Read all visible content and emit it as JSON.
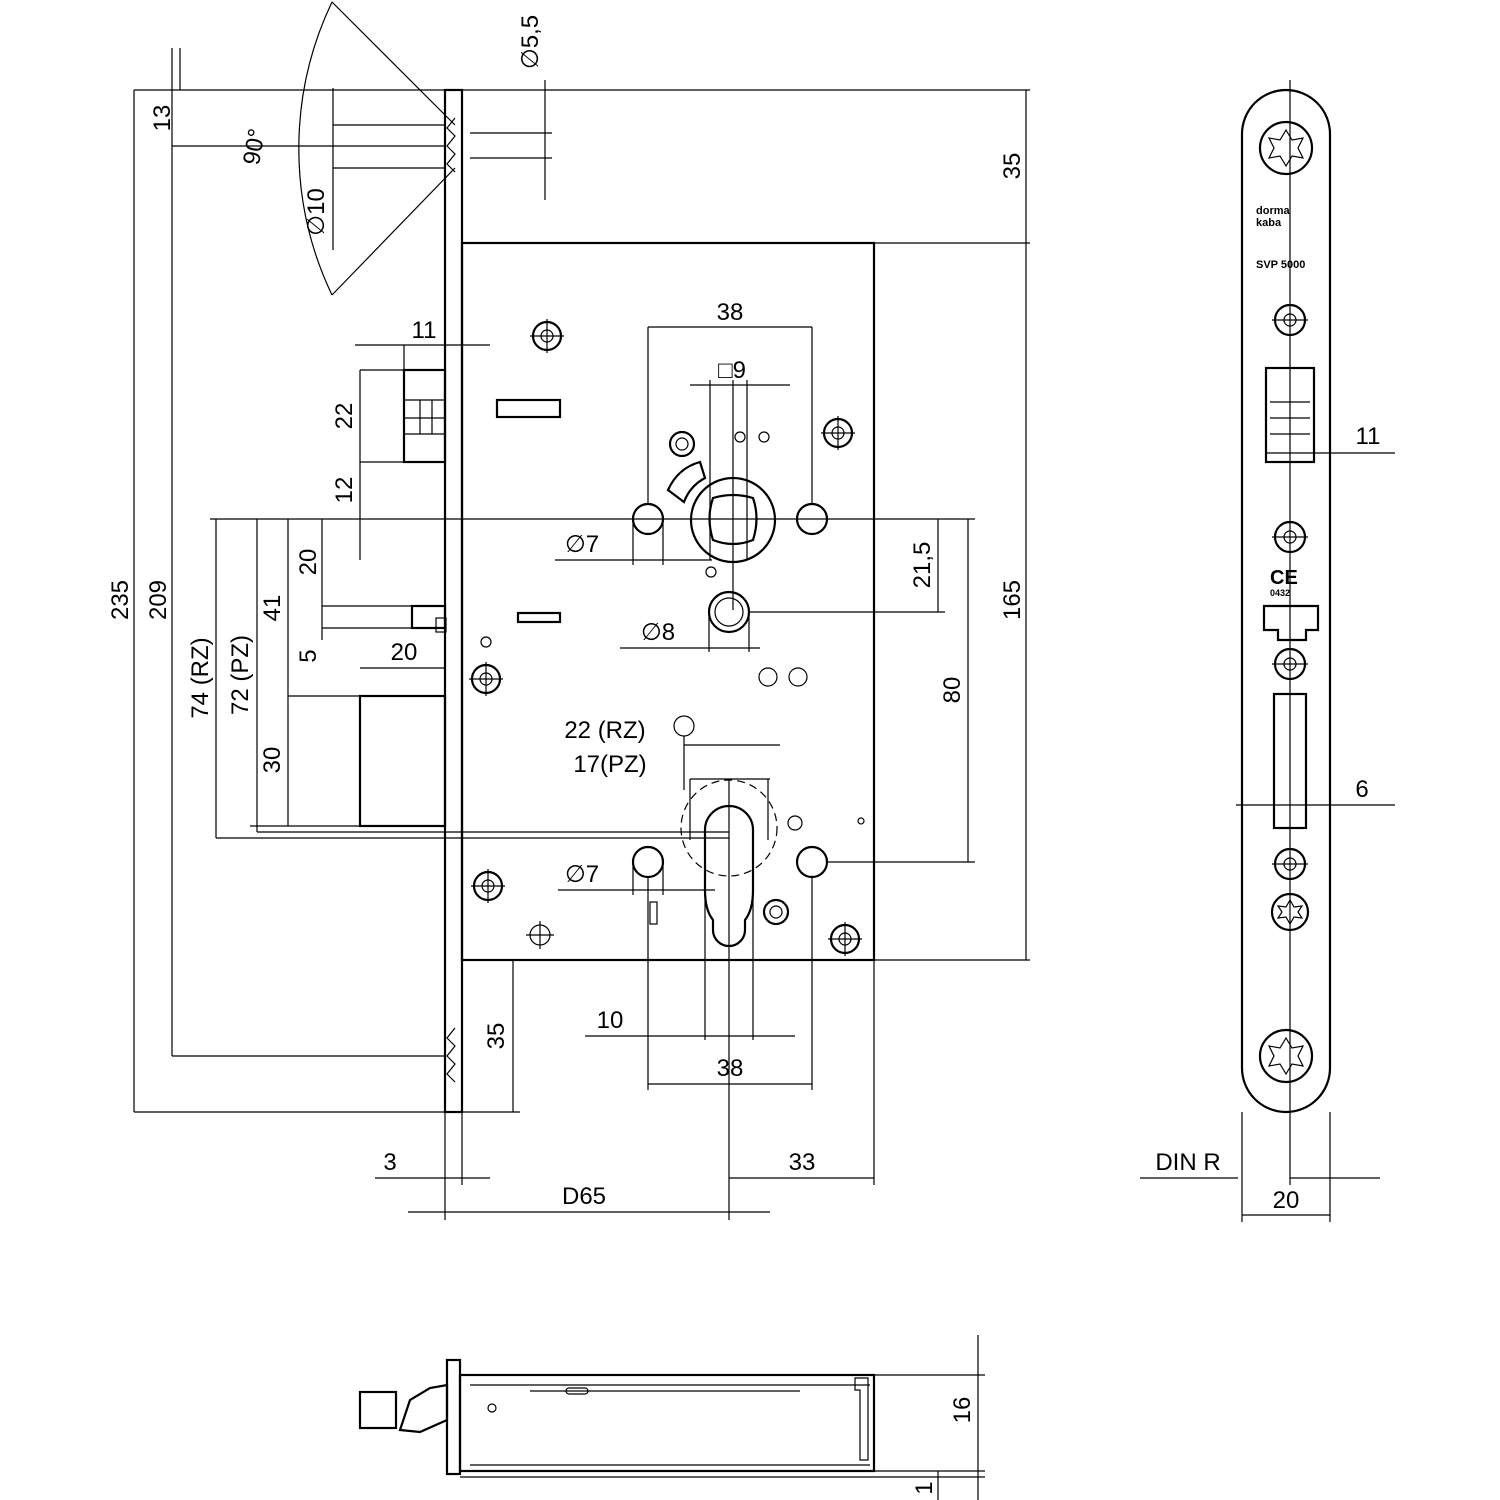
{
  "front_view": {
    "dims": {
      "d13": "13",
      "angle90": "90°",
      "dia10": "∅10",
      "dia55": "∅5,5",
      "d35_top": "35",
      "d11": "11",
      "d38_top": "38",
      "sq9": "□9",
      "d22": "22",
      "d12": "12",
      "dia7_top": "∅7",
      "d20_v": "20",
      "d41": "41",
      "d5": "5",
      "d20_h": "20",
      "d74": "74 (RZ)",
      "d72": "72 (PZ)",
      "d30": "30",
      "d235": "235",
      "d209": "209",
      "dia8": "∅8",
      "d215": "21,5",
      "d165": "165",
      "d80": "80",
      "d22rz": "22 (RZ)",
      "d17pz": "17(PZ)",
      "dia7_bot": "∅7",
      "d10": "10",
      "d38_bot": "38",
      "d35_bot": "35",
      "d3": "3",
      "d33": "33",
      "d65": "D65"
    }
  },
  "faceplate": {
    "brand_line1": "dorma",
    "brand_line2": "kaba",
    "model": "SVP 5000",
    "ce_mark": "CE",
    "ce_number": "0432",
    "d11": "11",
    "d6": "6",
    "din": "DIN R",
    "d20": "20"
  },
  "side_view": {
    "d16": "16",
    "d1": "1"
  }
}
